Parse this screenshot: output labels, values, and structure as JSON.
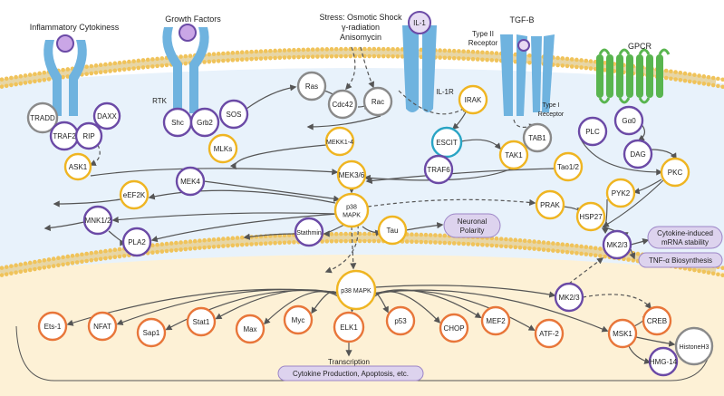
{
  "stimuli": {
    "inflammatory": "Inflammatory Cytokiness",
    "growth": "Growth Factors",
    "stress": [
      "Stress: Osmotic Shock",
      "γ-radiation",
      "Anisomycin"
    ],
    "il1": "IL-1",
    "tgfb": "TGF-B",
    "gpcr": "GPCR"
  },
  "receptor_labels": {
    "rtk": "RTK",
    "il1r": "IL-1R",
    "type2": [
      "Type II",
      "Receptor"
    ],
    "type1": [
      "Type I",
      "Receptor"
    ]
  },
  "nodes": {
    "tradd": "TRADD",
    "daxx": "DAXX",
    "traf2": "TRAF2",
    "rip": "RIP",
    "ask1": "ASK1",
    "shc": "Shc",
    "grb2": "Grb2",
    "sos": "SOS",
    "mlks": "MLKs",
    "ras": "Ras",
    "cdc42": "Cdc42",
    "rac": "Rac",
    "irak": "IRAK",
    "escit": "ESCIT",
    "traf6": "TRAF6",
    "mekk14": "MEKK1-4",
    "tab1": "TAB1",
    "tak1": "TAK1",
    "plc": "PLC",
    "gaq": "Gα0",
    "dag": "DAG",
    "pkc": "PKC",
    "mek4": "MEK4",
    "mek36": "MEK3/6",
    "eef2k": "eEF2K",
    "tao12": "Tao1/2",
    "pyk2": "PYK2",
    "prak": "PRAK",
    "hsp27": "HSP27",
    "mk23_top": "MK2/3",
    "p38_top": "p38\nMAPK",
    "mnk12": "MNK1/2",
    "pla2": "PLA2",
    "stathmin": "Stathmin",
    "tau": "Tau",
    "p38_nuc": "p38 MAPK",
    "mk23_nuc": "MK2/3",
    "msk1": "MSK1",
    "creb": "CREB",
    "histone": "HistoneH3",
    "hmg14": "HMG-14",
    "ets1": "Ets-1",
    "nfat": "NFAT",
    "sap1": "Sap1",
    "stat1": "Stat1",
    "max": "Max",
    "myc": "Myc",
    "elk1": "ELK1",
    "p53": "p53",
    "chop": "CHOP",
    "mef2": "MEF2",
    "atf2": "ATF-2"
  },
  "outcomes": {
    "neuronal": [
      "Neuronal",
      "Polarity"
    ],
    "mrna": [
      "Cytokine-induced",
      "mRNA stability"
    ],
    "tnf": "TNF-α Biosynthesis",
    "transcription": "Transcription",
    "nuclear_outcome": "Cytokine Production, Apoptosis, etc."
  },
  "colors": {
    "extracellular": "#ffffff",
    "cytoplasm": "#e8f2fb",
    "nucleus": "#fdf1d6",
    "membrane_head": "#f0c35a",
    "receptor": "#6fb3df",
    "gpcr": "#59b54f",
    "ring_purple": "#6b4aa6",
    "ring_gold": "#efb522",
    "ring_orange": "#e8763a",
    "ring_gray": "#8a8a8a",
    "ring_teal": "#29a4c4",
    "outcome_fill": "#ddd3ee",
    "arrow": "#555555"
  }
}
